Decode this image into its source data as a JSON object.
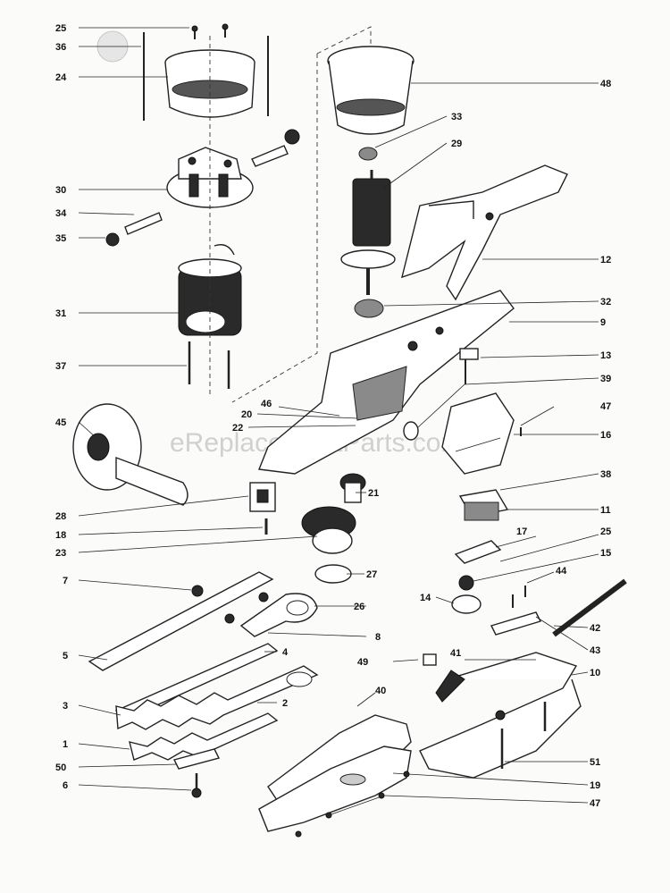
{
  "diagram": {
    "watermark": "eReplacementParts.com",
    "callouts": [
      {
        "id": "c25a",
        "text": "25"
      },
      {
        "id": "c36",
        "text": "36"
      },
      {
        "id": "c24",
        "text": "24"
      },
      {
        "id": "c30",
        "text": "30"
      },
      {
        "id": "c34",
        "text": "34"
      },
      {
        "id": "c35",
        "text": "35"
      },
      {
        "id": "c31",
        "text": "31"
      },
      {
        "id": "c37",
        "text": "37"
      },
      {
        "id": "c45",
        "text": "45"
      },
      {
        "id": "c28",
        "text": "28"
      },
      {
        "id": "c18",
        "text": "18"
      },
      {
        "id": "c23",
        "text": "23"
      },
      {
        "id": "c7",
        "text": "7"
      },
      {
        "id": "c5",
        "text": "5"
      },
      {
        "id": "c3",
        "text": "3"
      },
      {
        "id": "c1",
        "text": "1"
      },
      {
        "id": "c50",
        "text": "50"
      },
      {
        "id": "c6",
        "text": "6"
      },
      {
        "id": "c48",
        "text": "48"
      },
      {
        "id": "c33",
        "text": "33"
      },
      {
        "id": "c29",
        "text": "29"
      },
      {
        "id": "c12",
        "text": "12"
      },
      {
        "id": "c32",
        "text": "32"
      },
      {
        "id": "c9",
        "text": "9"
      },
      {
        "id": "c13",
        "text": "13"
      },
      {
        "id": "c39",
        "text": "39"
      },
      {
        "id": "c46",
        "text": "46"
      },
      {
        "id": "c20",
        "text": "20"
      },
      {
        "id": "c22",
        "text": "22"
      },
      {
        "id": "c47a",
        "text": "47"
      },
      {
        "id": "c16",
        "text": "16"
      },
      {
        "id": "c38",
        "text": "38"
      },
      {
        "id": "c21",
        "text": "21"
      },
      {
        "id": "c11",
        "text": "11"
      },
      {
        "id": "c17",
        "text": "17"
      },
      {
        "id": "c25b",
        "text": "25"
      },
      {
        "id": "c15",
        "text": "15"
      },
      {
        "id": "c27",
        "text": "27"
      },
      {
        "id": "c44",
        "text": "44"
      },
      {
        "id": "c26",
        "text": "26"
      },
      {
        "id": "c14",
        "text": "14"
      },
      {
        "id": "c42",
        "text": "42"
      },
      {
        "id": "c8",
        "text": "8"
      },
      {
        "id": "c4",
        "text": "4"
      },
      {
        "id": "c43",
        "text": "43"
      },
      {
        "id": "c49",
        "text": "49"
      },
      {
        "id": "c41",
        "text": "41"
      },
      {
        "id": "c10",
        "text": "10"
      },
      {
        "id": "c2",
        "text": "2"
      },
      {
        "id": "c40",
        "text": "40"
      },
      {
        "id": "c51",
        "text": "51"
      },
      {
        "id": "c19",
        "text": "19"
      },
      {
        "id": "c47b",
        "text": "47"
      }
    ]
  }
}
